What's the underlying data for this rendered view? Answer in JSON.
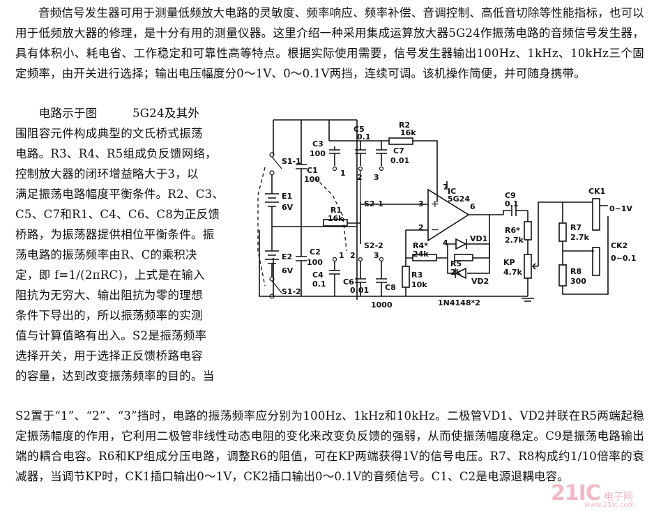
{
  "paragraph1": "音频信号发生器可用于测量低频放大电路的灵敏度、频率响应、频率补偿、音调控制、高低音切除等性能指标，也可以用于低频放大器的修理，是十分有用的测量仪器。这里介绍一种采用集成运算放大器5G24作振荡电路的音频信号发生器，具有体积小、耗电省、工作稳定和可靠性高等特点。根据实际使用需要，信号发生器输出100Hz、1kHz、10kHz三个固定频率，由开关进行选择；输出电压幅度分0～1V、0～0.1V两挡，连续可调。该机操作简便，并可随身携带。",
  "side_lines": [
    "　　电路示于图　　　5G24及其外",
    "围阻容元件构成典型的文氏桥式振荡",
    "电路。R3、R4、R5组成负反馈网络，",
    "控制放大器的闭环增益略大于3，以",
    "满足振荡电路幅度平衡条件。R2、C3、",
    "C5、C7和R1、C4、C6、C8为正反馈",
    "桥路，为振荡器提供相位平衡条件。振",
    "荡电路的振荡频率由R、C的乘积决",
    "定，即 f=1/(2πRC)，上式是在输入",
    "阻抗为无穷大、输出阻抗为零的理想",
    "条件下导出的，所以振荡频率的实测",
    "值与计算值略有出入。S2是振荡频率",
    "选择开关，用于选择正反馈桥路电容",
    "的容量，达到改变振荡频率的目的。当"
  ],
  "paragraph3": "S2置于“1”、“2”、“3”挡时，电路的振荡频率应分别为100Hz、1kHz和10kHz。二极管VD1、VD2并联在R5两端起稳定振荡幅度的作用，它利用二极管非线性动态电阻的变化来改变负反馈的强弱，从而使振荡幅度稳定。C9是振荡电路输出端的耦合电容。R6和KP组成分压电路，调整R6的阻值，可在KP两端获得1V的信号电压。R7、R8构成约1/10倍率的衰减器，当调节KP时，CK1插口输出0～1V，CK2插口输出0～0.1V的音频信号。C1、C2是电源退耦电容。",
  "circuit": {
    "labels": {
      "s1_1": "S1-1",
      "s1_2": "S1-2",
      "e1": "E1",
      "e1v": "6V",
      "e2": "E2",
      "e2v": "6V",
      "c5": "C5",
      "c5v": "0.1",
      "r2": "R2",
      "r2v": "16k",
      "c3": "C3",
      "c3v": "100",
      "c1": "C1",
      "c1v": "100",
      "c7": "C7",
      "c7v": "0.01",
      "t1a": "1",
      "t2a": "2",
      "t3a": "3",
      "r1": "R1",
      "r1v": "16k",
      "s2_1": "S2-1",
      "s2_2": "S2-2",
      "c2": "C2",
      "c2v": "100",
      "c4": "C4",
      "c4v": "0.1",
      "c6": "C6",
      "c6v": "0.01",
      "c8": "C8",
      "c8v": "1000",
      "t1b": "1",
      "t2b": "2",
      "t3b": "3",
      "pin3": "3",
      "pin2": "2",
      "pin6": "6",
      "pin7": "7",
      "pin4": "4",
      "ic": "IC",
      "icv": "5G24",
      "r3": "R3",
      "r3v": "10k",
      "r4": "R4*",
      "r4v": "24k",
      "r5": "R5",
      "r5v": "2k",
      "vd1": "VD1",
      "vd2": "VD2",
      "diodes": "1N4148*2",
      "c9": "C9",
      "c9v": "0.1",
      "r6": "R6*",
      "r6v": "2.7k",
      "kp": "KP",
      "kpv": "4.7k",
      "r7": "R7",
      "r7v": "2.7k",
      "r8": "R8",
      "r8v": "300",
      "ck1": "CK1",
      "ck1v": "0~1V",
      "ck2": "CK2",
      "ck2v": "0~0.1V"
    }
  },
  "watermark": {
    "brand": "21IC",
    "cn": "电子网",
    "url": "www.21ic.com"
  }
}
